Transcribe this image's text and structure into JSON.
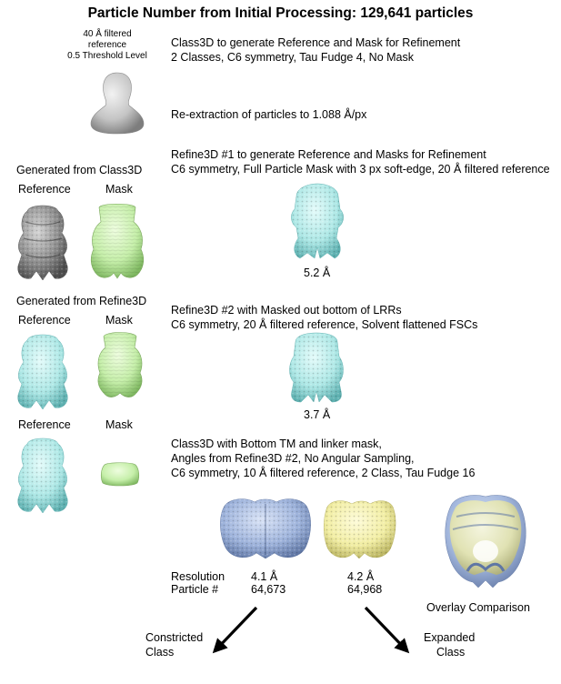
{
  "title": "Particle Number from Initial Processing:  129,641 particles",
  "initial_ref": {
    "line1": "40 Å filtered",
    "line2": "reference",
    "line3": "0.5 Threshold Level"
  },
  "step1": {
    "line1": "Class3D to generate Reference and Mask for Refinement",
    "line2": "2 Classes, C6 symmetry, Tau Fudge 4, No Mask"
  },
  "reextraction": "Re-extraction of particles to 1.088  Å/px",
  "step2": {
    "line1": "Refine3D #1 to generate Reference and Masks for Refinement",
    "line2": "C6 symmetry, Full Particle Mask with 3 px soft-edge, 20 Å filtered reference",
    "resolution": "5.2 Å"
  },
  "section_class3d": {
    "heading": "Generated from Class3D",
    "reference": "Reference",
    "mask": "Mask"
  },
  "section_refine3d": {
    "heading": "Generated from Refine3D",
    "reference": "Reference",
    "mask": "Mask"
  },
  "step3": {
    "line1": "Refine3D #2 with Masked out bottom of LRRs",
    "line2": "C6 symmetry, 20 Å filtered reference, Solvent flattened FSCs",
    "resolution": "3.7 Å"
  },
  "section_tm": {
    "reference": "Reference",
    "mask": "Mask"
  },
  "step4": {
    "line1": "Class3D with Bottom TM and linker mask,",
    "line2": "Angles from Refine3D #2, No Angular Sampling,",
    "line3": "C6 symmetry, 10 Å filtered reference, 2 Class, Tau Fudge 16"
  },
  "results": {
    "resolution_label": "Resolution",
    "particle_label": "Particle #",
    "class_a_resolution": "4.1 Å",
    "class_a_particles": "64,673",
    "class_b_resolution": "4.2 Å",
    "class_b_particles": "64,968",
    "overlay": "Overlay Comparison"
  },
  "outcomes": {
    "constricted_line1": "Constricted",
    "constricted_line2": "Class",
    "expanded_line1": "Expanded",
    "expanded_line2": "Class"
  },
  "colors": {
    "cyan_map": "#aee8e6",
    "green_mask": "#c6efaa",
    "grey_map": "#9b9b9b",
    "blue_class": "#9fb4dc",
    "yellow_class": "#f2eea4"
  }
}
